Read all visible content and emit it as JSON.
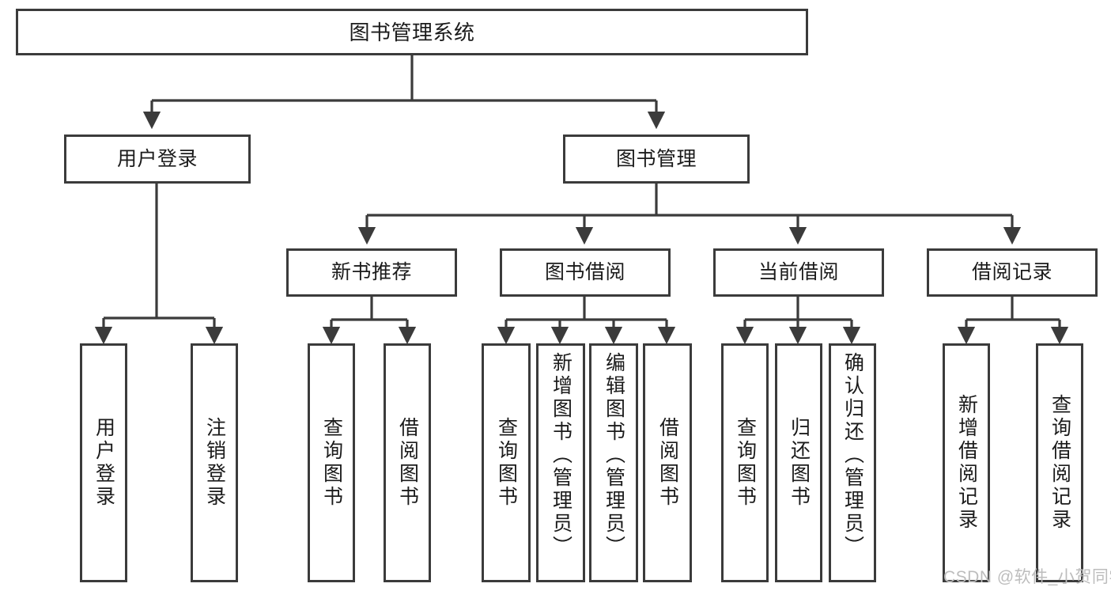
{
  "diagram": {
    "type": "tree-hierarchy-chart",
    "title": "图书管理系统",
    "stroke_color": "#3b3b3b",
    "fill_color": "#ffffff",
    "text_color": "#1b1b1b",
    "levels": {
      "root": {
        "label": "图书管理系统"
      },
      "level1": [
        {
          "label": "用户登录"
        },
        {
          "label": "图书管理"
        }
      ],
      "level2": [
        {
          "label": "新书推荐"
        },
        {
          "label": "图书借阅"
        },
        {
          "label": "当前借阅"
        },
        {
          "label": "借阅记录"
        }
      ],
      "leaves_user_login": [
        {
          "label": "用户登录"
        },
        {
          "label": "注销登录"
        }
      ],
      "leaves_new_books": [
        {
          "label": "查询图书"
        },
        {
          "label": "借阅图书"
        }
      ],
      "leaves_borrow": [
        {
          "label": "查询图书"
        },
        {
          "label": "新增图书（管理员）"
        },
        {
          "label": "编辑图书（管理员）"
        },
        {
          "label": "借阅图书"
        }
      ],
      "leaves_current": [
        {
          "label": "查询图书"
        },
        {
          "label": "归还图书"
        },
        {
          "label": "确认归还（管理员）"
        }
      ],
      "leaves_records": [
        {
          "label": "新增借阅记录"
        },
        {
          "label": "查询借阅记录"
        }
      ]
    }
  },
  "watermark": {
    "text": "CSDN @软件_小贺同学",
    "color": "#bdbdbd"
  }
}
